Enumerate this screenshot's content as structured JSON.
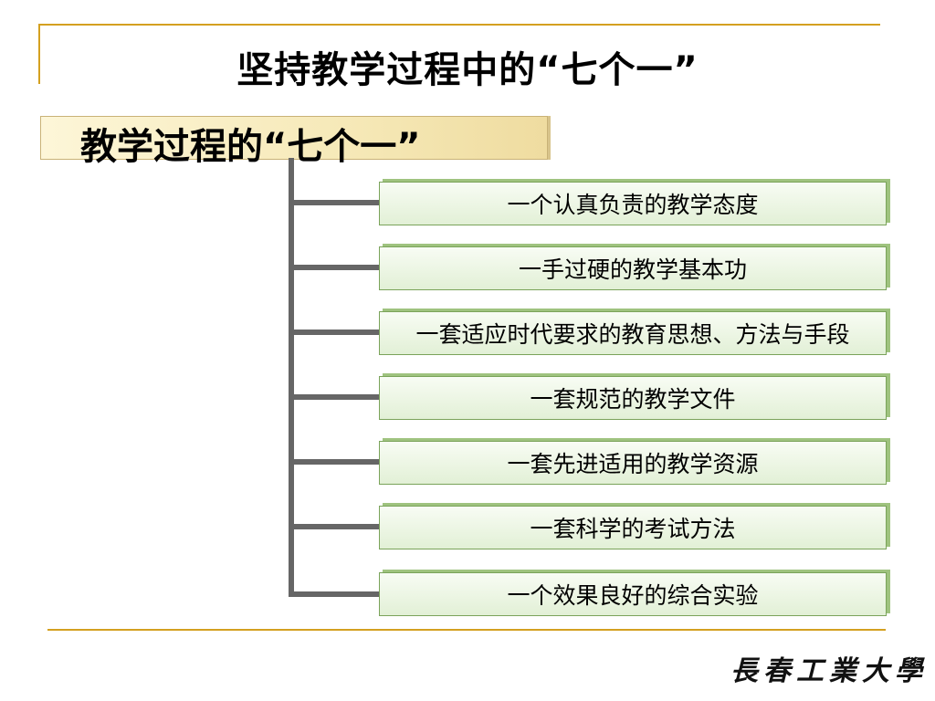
{
  "title": "坚持教学过程中的“七个一”",
  "root": {
    "label": "教学过程的“七个一”"
  },
  "items": [
    "一个认真负责的教学态度",
    "一手过硬的教学基本功",
    "一套适应时代要求的教育思想、方法与手段",
    "一套规范的教学文件",
    "一套先进适用的教学资源",
    "一套科学的考试方法",
    "一个效果良好的综合实验"
  ],
  "logo": {
    "chars": [
      "長",
      "春",
      "工",
      "業",
      "大",
      "學"
    ]
  },
  "colors": {
    "rule": "#d4a020",
    "connector": "#666666",
    "leaf_border": "#7aa35a",
    "root_fill": "#f6e9b8"
  }
}
